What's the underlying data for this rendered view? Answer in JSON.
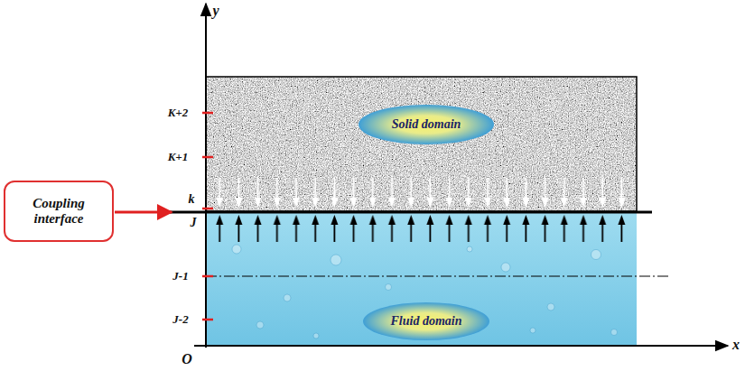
{
  "diagram": {
    "nodes": [
      {
        "text": [
          "Coupling interface"
        ]
      },
      {
        "text": [
          "Solid domain"
        ]
      },
      {
        "text": [
          "Fluid domain"
        ]
      }
    ],
    "labels": [
      "y",
      "x",
      "O",
      "K+2",
      "K+1",
      "k",
      "J",
      "J-1",
      "J-2"
    ]
  }
}
